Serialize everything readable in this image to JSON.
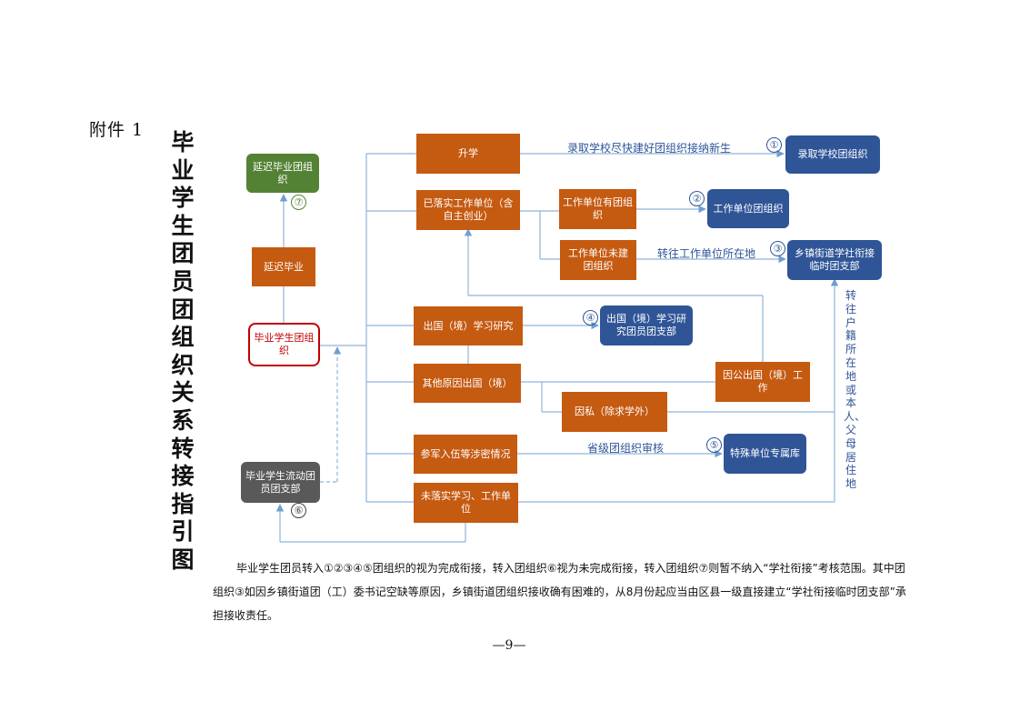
{
  "attachment_label": "附件 1",
  "title": "毕业学生团员团组织关系转接指引图",
  "nodes": {
    "delay_org": "延迟毕业团组织",
    "delay_grad": "延迟毕业",
    "grad_org": "毕业学生团组织",
    "flow_branch": "毕业学生流动团员团支部",
    "further_study": "升学",
    "employed": "已落实工作单位（含自主创业）",
    "unit_has_org": "工作单位有团组织",
    "unit_no_org": "工作单位未建团组织",
    "abroad_study": "出国（境）学习研究",
    "abroad_other": "其他原因出国（境）",
    "abroad_private": "因私（除求学外）",
    "abroad_public": "因公出国（境）工作",
    "military": "参军入伍等涉密情况",
    "unemployed": "未落实学习、工作单位",
    "dest_school": "录取学校团组织",
    "dest_unit": "工作单位团组织",
    "dest_town": "乡镇街道学社衔接临时团支部",
    "dest_abroad": "出国（境）学习研究团员团支部",
    "dest_special": "特殊单位专属库"
  },
  "markers": {
    "m1": "①",
    "m2": "②",
    "m3": "③",
    "m4": "④",
    "m5": "⑤",
    "m6": "⑥",
    "m7": "⑦"
  },
  "edge_labels": {
    "school": "录取学校尽快建好团组织接纳新生",
    "transfer_unit": "转往工作单位所在地",
    "province": "省级团组织审核",
    "vertical": "转往户籍所在地或本人、父母居住地"
  },
  "note": {
    "line1": "毕业学生团员转入①②③④⑤团组织的视为完成衔接，转入团组织⑥视为未完成衔接，转入团组织⑦则暂不纳入“学社衔接”考核范围。其中团组织③如因乡镇街道团（工）委书记空缺等原因，乡镇街道团组织接收确有困难的，从8月份起应当由区县一级直接建立“学社衔接临时团支部”承担接收责任。"
  },
  "page_number": "—9—",
  "colors": {
    "orange": "#c55a11",
    "blue": "#2f5597",
    "green": "#548235",
    "gray": "#595959",
    "red": "#c00000",
    "line": "#8fb4d9"
  }
}
